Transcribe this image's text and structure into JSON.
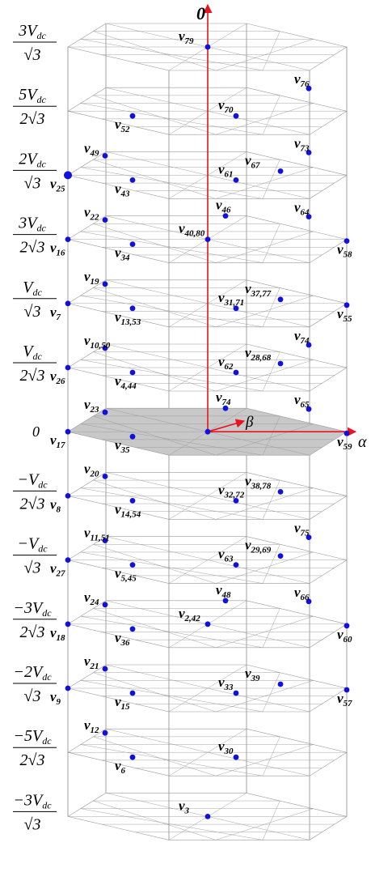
{
  "axes": {
    "zero": "0",
    "alpha": "α",
    "beta": "β",
    "colors": {
      "vertical": "#e8141e",
      "alpha": "#e8141e",
      "beta": "#e8141e"
    }
  },
  "colors": {
    "point": "#1010e0",
    "grid": "#9a9a9a",
    "frame": "#7a7a7a",
    "zero_plane": "#c8c8c8"
  },
  "levels": [
    {
      "key": "l6",
      "type": "frac",
      "neg": "",
      "coef": "3",
      "den_coef": "",
      "label_suffix": ""
    },
    {
      "key": "l5",
      "type": "frac",
      "neg": "",
      "coef": "5",
      "den_coef": "2",
      "label_suffix": ""
    },
    {
      "key": "l4",
      "type": "frac",
      "neg": "",
      "coef": "2",
      "den_coef": "",
      "label_suffix": ""
    },
    {
      "key": "l3",
      "type": "frac",
      "neg": "",
      "coef": "3",
      "den_coef": "2",
      "label_suffix": ""
    },
    {
      "key": "l2",
      "type": "frac",
      "neg": "",
      "coef": "",
      "den_coef": "",
      "label_suffix": ""
    },
    {
      "key": "l1",
      "type": "frac",
      "neg": "",
      "coef": "",
      "den_coef": "2",
      "label_suffix": ""
    },
    {
      "key": "l0",
      "type": "zero",
      "text": "0"
    },
    {
      "key": "lm1",
      "type": "frac",
      "neg": "−",
      "coef": "",
      "den_coef": "2",
      "label_suffix": ""
    },
    {
      "key": "lm2",
      "type": "frac",
      "neg": "−",
      "coef": "",
      "den_coef": "",
      "label_suffix": ""
    },
    {
      "key": "lm3",
      "type": "frac",
      "neg": "−",
      "coef": "3",
      "den_coef": "2",
      "label_suffix": ""
    },
    {
      "key": "lm4",
      "type": "frac",
      "neg": "−",
      "coef": "2",
      "den_coef": "",
      "label_suffix": ""
    },
    {
      "key": "lm5",
      "type": "frac",
      "neg": "−",
      "coef": "5",
      "den_coef": "2",
      "label_suffix": ""
    },
    {
      "key": "lm6",
      "type": "frac",
      "neg": "−",
      "coef": "3",
      "den_coef": "",
      "label_suffix": ""
    }
  ],
  "symbols": {
    "V": "V",
    "dc": "dc",
    "sqrt": "√",
    "three": "3"
  },
  "vectors": [
    {
      "level": 0,
      "pos": "center",
      "label": "79"
    },
    {
      "level": 1,
      "pos": "left",
      "label": "52"
    },
    {
      "level": 1,
      "pos": "right",
      "label": "70"
    },
    {
      "level": 1,
      "pos": "rightback",
      "label": "76"
    },
    {
      "level": 2,
      "pos": "farleft",
      "label": "25"
    },
    {
      "level": 2,
      "pos": "left",
      "label": "43"
    },
    {
      "level": 2,
      "pos": "leftback",
      "label": "49"
    },
    {
      "level": 2,
      "pos": "right",
      "label": "61"
    },
    {
      "level": 2,
      "pos": "rightmid",
      "label": "67"
    },
    {
      "level": 2,
      "pos": "rightback",
      "label": "73"
    },
    {
      "level": 3,
      "pos": "farleft",
      "label": "16"
    },
    {
      "level": 3,
      "pos": "leftback",
      "label": "22"
    },
    {
      "level": 3,
      "pos": "left",
      "label": "34"
    },
    {
      "level": 3,
      "pos": "center",
      "label": "40,80"
    },
    {
      "level": 3,
      "pos": "backcenter",
      "label": "46"
    },
    {
      "level": 3,
      "pos": "farright",
      "label": "58"
    },
    {
      "level": 3,
      "pos": "rightback",
      "label": "64"
    },
    {
      "level": 4,
      "pos": "farleft",
      "label": "7"
    },
    {
      "level": 4,
      "pos": "left",
      "label": "13,53"
    },
    {
      "level": 4,
      "pos": "leftback",
      "label": "19"
    },
    {
      "level": 4,
      "pos": "right",
      "label": "31,71"
    },
    {
      "level": 4,
      "pos": "rightmid",
      "label": "37,77"
    },
    {
      "level": 4,
      "pos": "farright",
      "label": "55"
    },
    {
      "level": 5,
      "pos": "farleft",
      "label": "26"
    },
    {
      "level": 5,
      "pos": "left",
      "label": "4,44"
    },
    {
      "level": 5,
      "pos": "leftback",
      "label": "10,50"
    },
    {
      "level": 5,
      "pos": "right",
      "label": "62"
    },
    {
      "level": 5,
      "pos": "rightmid",
      "label": "28,68"
    },
    {
      "level": 5,
      "pos": "rightback",
      "label": "74"
    },
    {
      "level": 6,
      "pos": "farleft",
      "label": "17"
    },
    {
      "level": 6,
      "pos": "leftback",
      "label": "23"
    },
    {
      "level": 6,
      "pos": "left",
      "label": "35"
    },
    {
      "level": 6,
      "pos": "center",
      "label": ""
    },
    {
      "level": 6,
      "pos": "backcenter",
      "label": "74"
    },
    {
      "level": 6,
      "pos": "farright",
      "label": "59"
    },
    {
      "level": 6,
      "pos": "rightback",
      "label": "65"
    },
    {
      "level": 7,
      "pos": "farleft",
      "label": "8"
    },
    {
      "level": 7,
      "pos": "left",
      "label": "14,54"
    },
    {
      "level": 7,
      "pos": "leftback",
      "label": "20"
    },
    {
      "level": 7,
      "pos": "right",
      "label": "32,72"
    },
    {
      "level": 7,
      "pos": "rightmid",
      "label": "38,78"
    },
    {
      "level": 8,
      "pos": "farleft",
      "label": "27"
    },
    {
      "level": 8,
      "pos": "left",
      "label": "5,45"
    },
    {
      "level": 8,
      "pos": "leftback",
      "label": "11,51"
    },
    {
      "level": 8,
      "pos": "right",
      "label": "63"
    },
    {
      "level": 8,
      "pos": "rightmid",
      "label": "29,69"
    },
    {
      "level": 8,
      "pos": "rightback",
      "label": "75"
    },
    {
      "level": 9,
      "pos": "farleft",
      "label": "18"
    },
    {
      "level": 9,
      "pos": "leftback",
      "label": "24"
    },
    {
      "level": 9,
      "pos": "left",
      "label": "36"
    },
    {
      "level": 9,
      "pos": "center",
      "label": "2,42"
    },
    {
      "level": 9,
      "pos": "backcenter",
      "label": "48"
    },
    {
      "level": 9,
      "pos": "farright",
      "label": "60"
    },
    {
      "level": 9,
      "pos": "rightback",
      "label": "66"
    },
    {
      "level": 10,
      "pos": "farleft",
      "label": "9"
    },
    {
      "level": 10,
      "pos": "left",
      "label": "15"
    },
    {
      "level": 10,
      "pos": "leftback",
      "label": "21"
    },
    {
      "level": 10,
      "pos": "right",
      "label": "33"
    },
    {
      "level": 10,
      "pos": "rightmid",
      "label": "39"
    },
    {
      "level": 10,
      "pos": "farright",
      "label": "57"
    },
    {
      "level": 11,
      "pos": "left",
      "label": "6"
    },
    {
      "level": 11,
      "pos": "leftback",
      "label": "12"
    },
    {
      "level": 11,
      "pos": "right",
      "label": "30"
    },
    {
      "level": 12,
      "pos": "center",
      "label": "3"
    }
  ]
}
